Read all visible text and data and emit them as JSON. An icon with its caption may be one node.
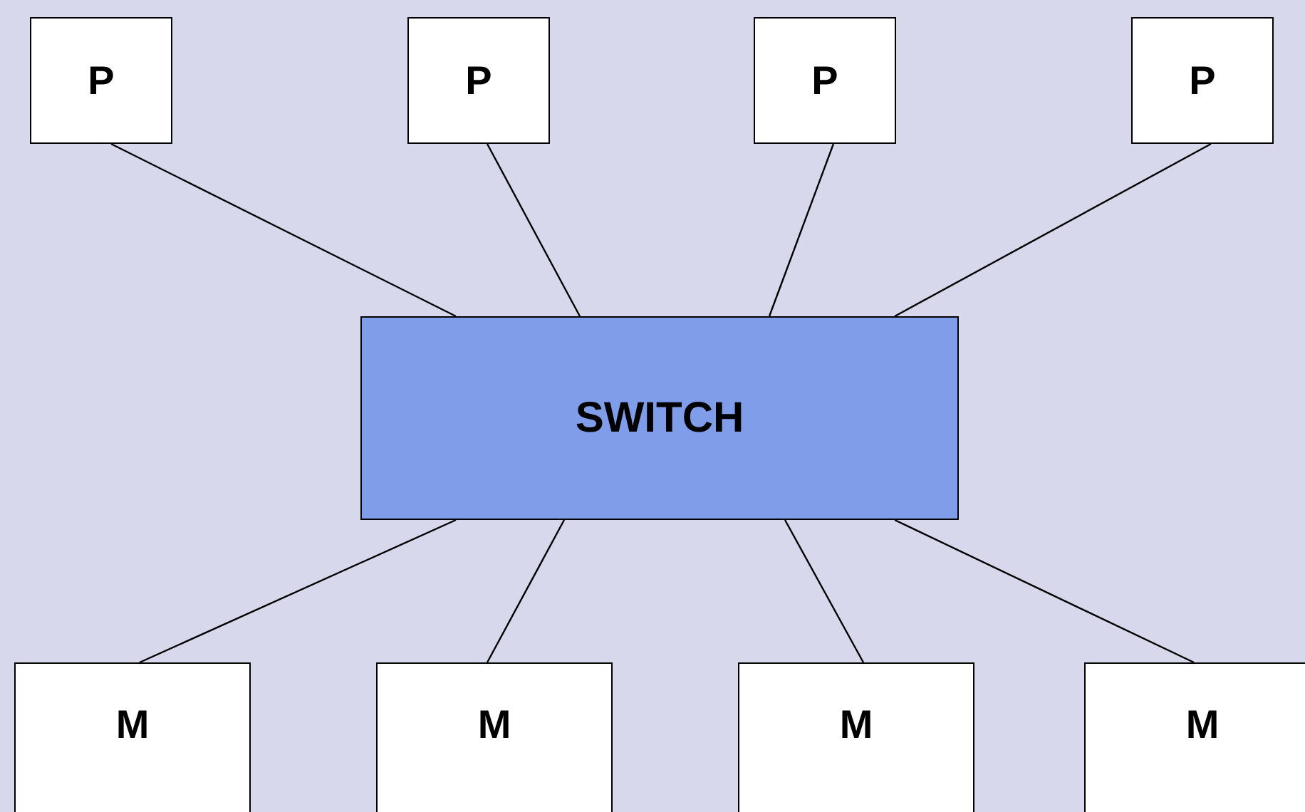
{
  "diagram": {
    "nodes": [
      {
        "text": [
          "P"
        ]
      },
      {
        "text": [
          "P"
        ]
      },
      {
        "text": [
          "P"
        ]
      },
      {
        "text": [
          "P"
        ]
      },
      {
        "text": [
          "SWITCH"
        ]
      },
      {
        "text": [
          "M"
        ]
      },
      {
        "text": [
          "M"
        ]
      },
      {
        "text": [
          "M"
        ]
      },
      {
        "text": [
          "M"
        ]
      }
    ],
    "edges": [
      {
        "from": 0,
        "to": 4,
        "arrow": "none"
      },
      {
        "from": 1,
        "to": 4,
        "arrow": "none"
      },
      {
        "from": 2,
        "to": 4,
        "arrow": "none"
      },
      {
        "from": 3,
        "to": 4,
        "arrow": "none"
      },
      {
        "from": 4,
        "to": 5,
        "arrow": "none"
      },
      {
        "from": 4,
        "to": 6,
        "arrow": "none"
      },
      {
        "from": 4,
        "to": 7,
        "arrow": "none"
      },
      {
        "from": 4,
        "to": 8,
        "arrow": "none"
      }
    ]
  }
}
